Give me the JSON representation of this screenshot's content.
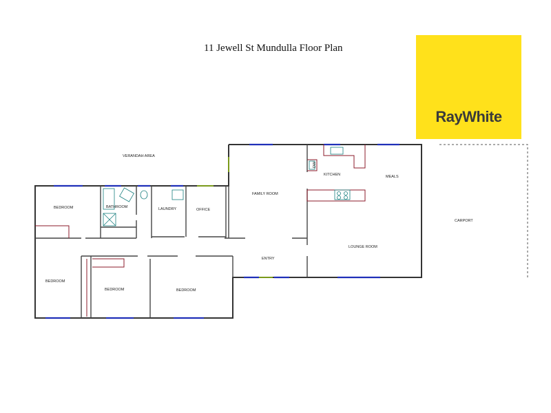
{
  "title": "11 Jewell St  Mundulla   Floor Plan",
  "logo": {
    "text": "RayWhite",
    "background": "#ffe11b",
    "text_color": "#3a3a3a"
  },
  "colors": {
    "wall": "#333333",
    "window": "#1f2fb8",
    "door": "#8b1a2a",
    "fixture": "#1a7f7f",
    "door_green": "#7a9a1a"
  },
  "rooms": {
    "verandah": "VERANDAH AREA",
    "bedroom_1": "BEDROOM",
    "bathroom": "BATHROOM",
    "laundry": "LAUNDRY",
    "office": "OFFICE",
    "family": "FAMILY ROOM",
    "kitchen": "KITCHEN",
    "meals": "MEALS",
    "carport": "CARPORT",
    "lounge": "LOUNGE ROOM",
    "entry": "ENTRY",
    "bedroom_2": "BEDROOM",
    "bedroom_3": "BEDROOM",
    "bedroom_4": "BEDROOM",
    "dw": "DW"
  }
}
